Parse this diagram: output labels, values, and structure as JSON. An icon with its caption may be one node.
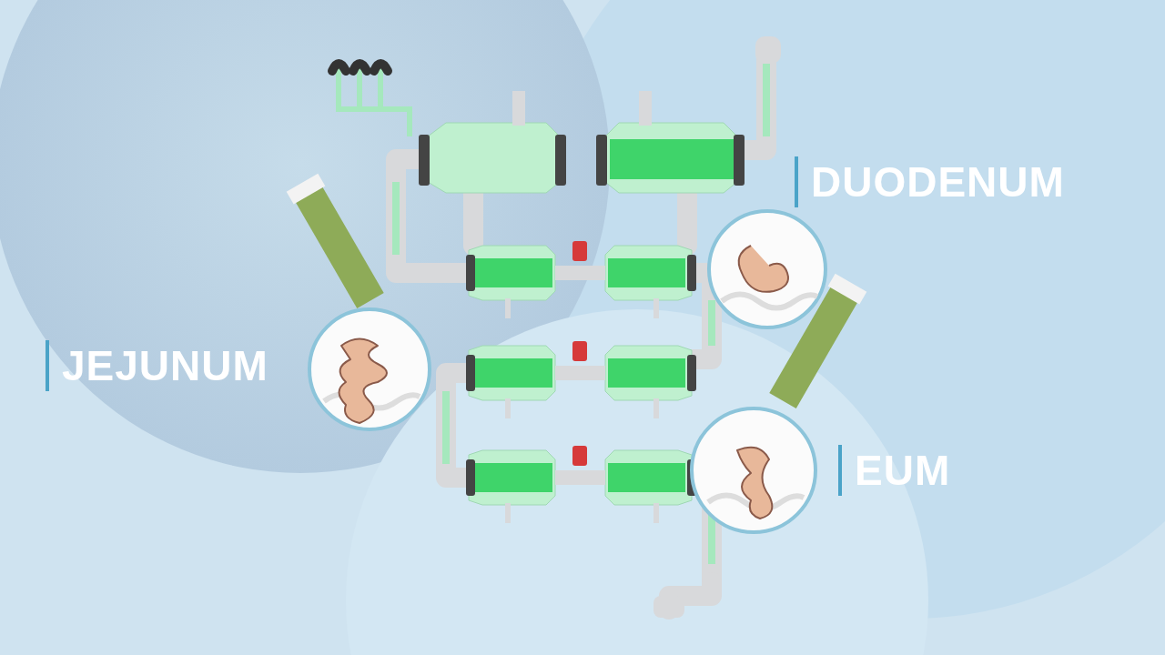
{
  "diagram": {
    "labels": [
      "DUODENUM",
      "JEJUNUM",
      "EUM"
    ]
  }
}
